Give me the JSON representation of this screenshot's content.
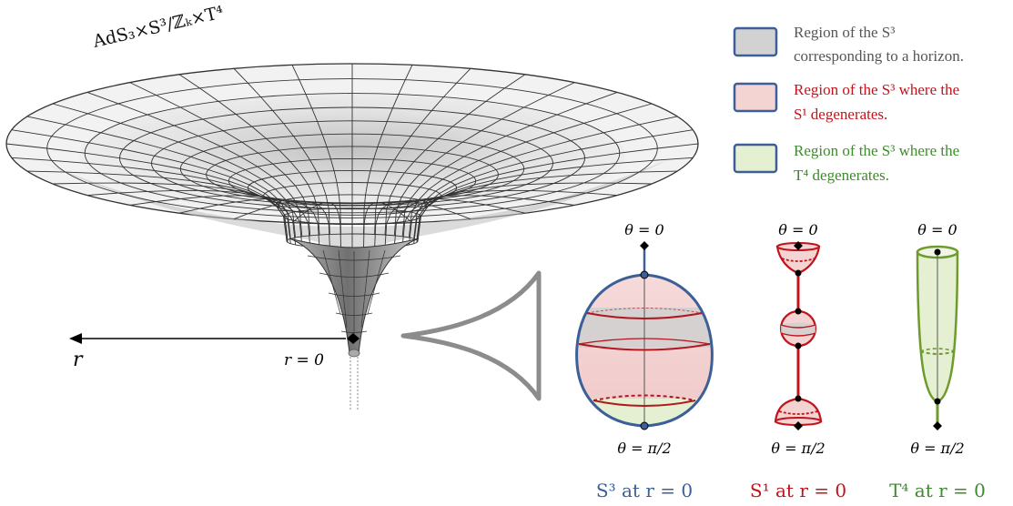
{
  "funnel": {
    "title": "AdS₃×S³/ℤₖ×T⁴",
    "r_axis_label": "r",
    "r_zero_label": "r = 0"
  },
  "legend": {
    "items": [
      {
        "line1": "Region of the S³",
        "line2": "corresponding to a horizon.",
        "text_color": "#555555",
        "fill": "#cfcfcf",
        "border": "#3b5f96"
      },
      {
        "line1": "Region of the S³ where the",
        "line2": "S¹ degenerates.",
        "text_color": "#c0141c",
        "fill": "#f4d3d3",
        "border": "#3b5f96"
      },
      {
        "line1": "Region of the S³ where the",
        "line2": "T⁴ degenerates.",
        "text_color": "#3f8a2e",
        "fill": "#e5efd2",
        "border": "#3b5f96"
      }
    ]
  },
  "panels": {
    "s3": {
      "top": "θ = 0",
      "bottom": "θ = π/2",
      "caption": "S³ at r = 0",
      "color": "#3b5f96"
    },
    "s1": {
      "top": "θ = 0",
      "bottom": "θ = π/2",
      "caption": "S¹ at r = 0",
      "color": "#c0141c"
    },
    "t4": {
      "top": "θ = 0",
      "bottom": "θ = π/2",
      "caption": "T⁴ at r = 0",
      "color": "#3f8a2e"
    }
  }
}
